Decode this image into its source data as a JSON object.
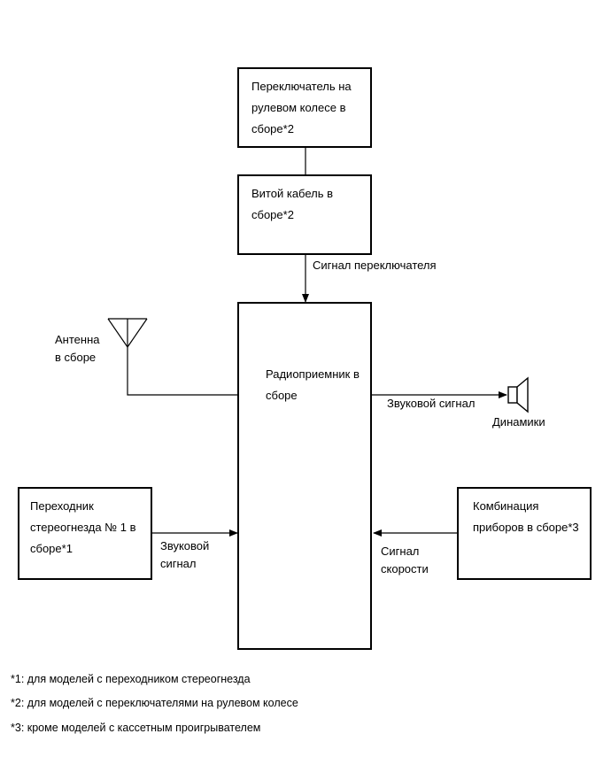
{
  "blocks": {
    "steering_switch": "Переключатель на\nрулевом колесе в\nсборе*2",
    "spiral_cable": "Витой кабель в\nсборе*2",
    "radio_receiver": "Радиоприемник в\nсборе",
    "stereo_adapter": "Переходник\nстереогнезда № 1 в\nсборе*1",
    "combination_meter": "Комбинация\nприборов в сборе*3"
  },
  "labels": {
    "antenna": "Антенна\nв сборе",
    "speakers": "Динамики",
    "switch_signal": "Сигнал переключателя",
    "audio_signal_out": "Звуковой сигнал",
    "audio_signal_in": "Звуковой\nсигнал",
    "speed_signal": "Сигнал\nскорости"
  },
  "notes": [
    "*1: для моделей с переходником стереогнезда",
    "*2: для моделей с переключателями на рулевом колесе",
    "*3: кроме моделей с кассетным проигрывателем"
  ]
}
